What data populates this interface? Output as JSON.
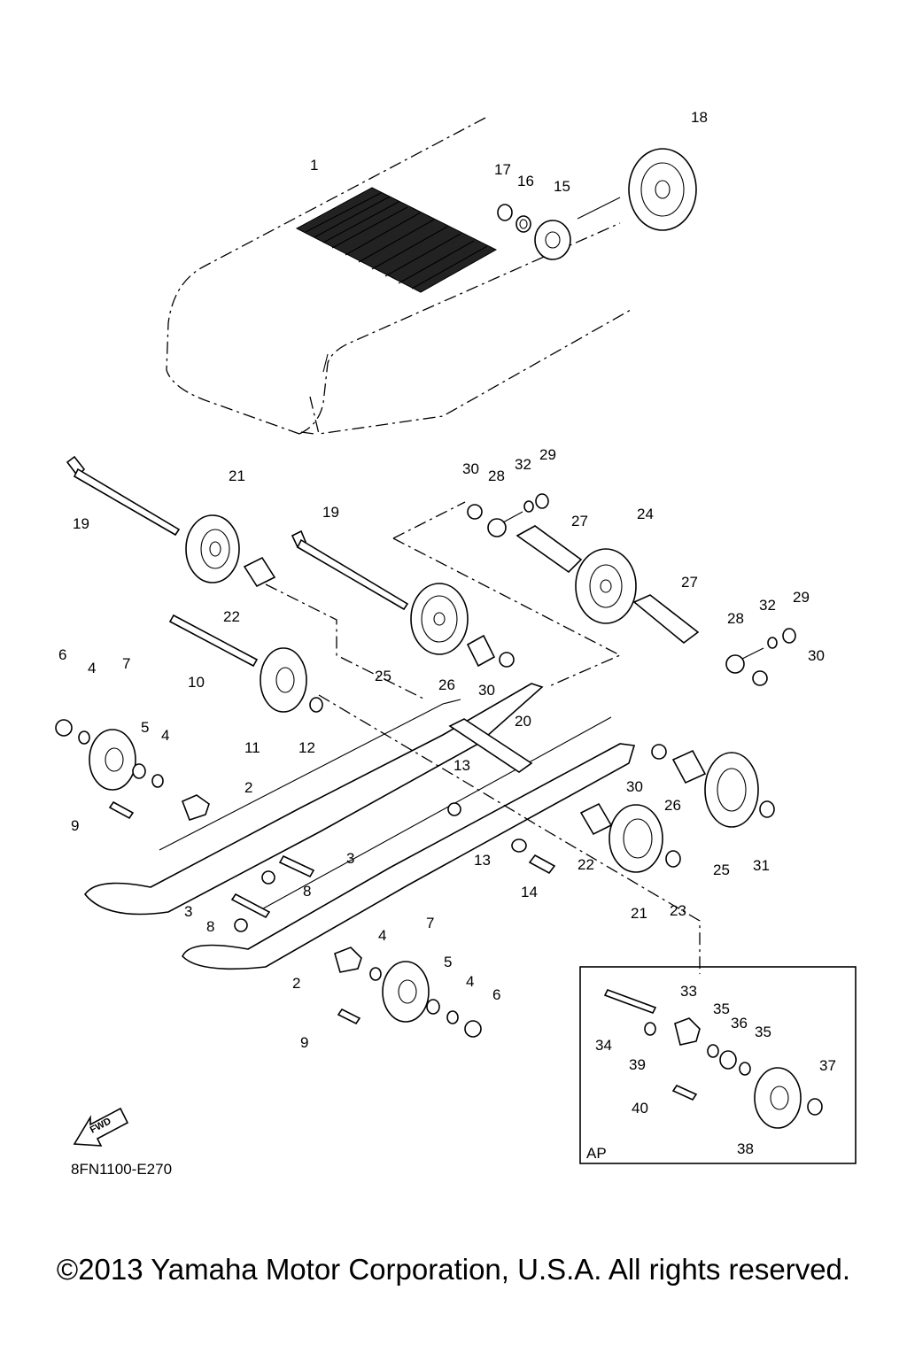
{
  "diagram": {
    "drawing_code": "8FN1100-E270",
    "fwd_label": "FWD",
    "inset_label": "AP",
    "copyright": "©2013 Yamaha Motor Corporation, U.S.A. All rights reserved.",
    "callouts": [
      {
        "id": "c1",
        "text": "1"
      },
      {
        "id": "c18",
        "text": "18"
      },
      {
        "id": "c17",
        "text": "17"
      },
      {
        "id": "c16",
        "text": "16"
      },
      {
        "id": "c15",
        "text": "15"
      },
      {
        "id": "c30a",
        "text": "30"
      },
      {
        "id": "c28a",
        "text": "28"
      },
      {
        "id": "c32a",
        "text": "32"
      },
      {
        "id": "c29a",
        "text": "29"
      },
      {
        "id": "c21a",
        "text": "21"
      },
      {
        "id": "c19a",
        "text": "19"
      },
      {
        "id": "c19b",
        "text": "19"
      },
      {
        "id": "c27a",
        "text": "27"
      },
      {
        "id": "c24",
        "text": "24"
      },
      {
        "id": "c27b",
        "text": "27"
      },
      {
        "id": "c28b",
        "text": "28"
      },
      {
        "id": "c32b",
        "text": "32"
      },
      {
        "id": "c29b",
        "text": "29"
      },
      {
        "id": "c30b",
        "text": "30"
      },
      {
        "id": "c22a",
        "text": "22"
      },
      {
        "id": "c25a",
        "text": "25"
      },
      {
        "id": "c26a",
        "text": "26"
      },
      {
        "id": "c30c",
        "text": "30"
      },
      {
        "id": "c10",
        "text": "10"
      },
      {
        "id": "c6a",
        "text": "6"
      },
      {
        "id": "c4a",
        "text": "4"
      },
      {
        "id": "c7a",
        "text": "7"
      },
      {
        "id": "c5a",
        "text": "5"
      },
      {
        "id": "c4b",
        "text": "4"
      },
      {
        "id": "c11",
        "text": "11"
      },
      {
        "id": "c12",
        "text": "12"
      },
      {
        "id": "c20",
        "text": "20"
      },
      {
        "id": "c2a",
        "text": "2"
      },
      {
        "id": "c9a",
        "text": "9"
      },
      {
        "id": "c13a",
        "text": "13"
      },
      {
        "id": "c30d",
        "text": "30"
      },
      {
        "id": "c26b",
        "text": "26"
      },
      {
        "id": "c3a",
        "text": "3"
      },
      {
        "id": "c8a",
        "text": "8"
      },
      {
        "id": "c13b",
        "text": "13"
      },
      {
        "id": "c22b",
        "text": "22"
      },
      {
        "id": "c14",
        "text": "14"
      },
      {
        "id": "c25b",
        "text": "25"
      },
      {
        "id": "c31",
        "text": "31"
      },
      {
        "id": "c3b",
        "text": "3"
      },
      {
        "id": "c8b",
        "text": "8"
      },
      {
        "id": "c21b",
        "text": "21"
      },
      {
        "id": "c23",
        "text": "23"
      },
      {
        "id": "c4c",
        "text": "4"
      },
      {
        "id": "c7b",
        "text": "7"
      },
      {
        "id": "c2b",
        "text": "2"
      },
      {
        "id": "c5b",
        "text": "5"
      },
      {
        "id": "c4d",
        "text": "4"
      },
      {
        "id": "c6b",
        "text": "6"
      },
      {
        "id": "c9b",
        "text": "9"
      },
      {
        "id": "c33",
        "text": "33"
      },
      {
        "id": "c35a",
        "text": "35"
      },
      {
        "id": "c36",
        "text": "36"
      },
      {
        "id": "c35b",
        "text": "35"
      },
      {
        "id": "c34",
        "text": "34"
      },
      {
        "id": "c39",
        "text": "39"
      },
      {
        "id": "c37",
        "text": "37"
      },
      {
        "id": "c40",
        "text": "40"
      },
      {
        "id": "c38",
        "text": "38"
      }
    ]
  }
}
